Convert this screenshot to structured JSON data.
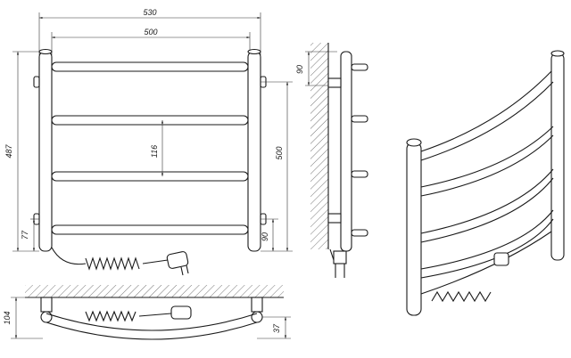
{
  "drawing": {
    "front_view": {
      "width_overall": "530",
      "width_mount": "500",
      "height_overall": "487",
      "height_mount": "500",
      "bar_spacing": "116",
      "bottom_offset_left": "77",
      "bottom_offset_right": "90"
    },
    "side_view": {
      "wall_offset": "90"
    },
    "top_view": {
      "depth": "104",
      "bow_depth": "37"
    }
  },
  "colors": {
    "line": "#1a1a1a",
    "hatch": "#555555",
    "background": "#ffffff"
  },
  "icons": [
    "power-plug-icon",
    "coiled-cable-icon",
    "wall-hatch-icon"
  ]
}
